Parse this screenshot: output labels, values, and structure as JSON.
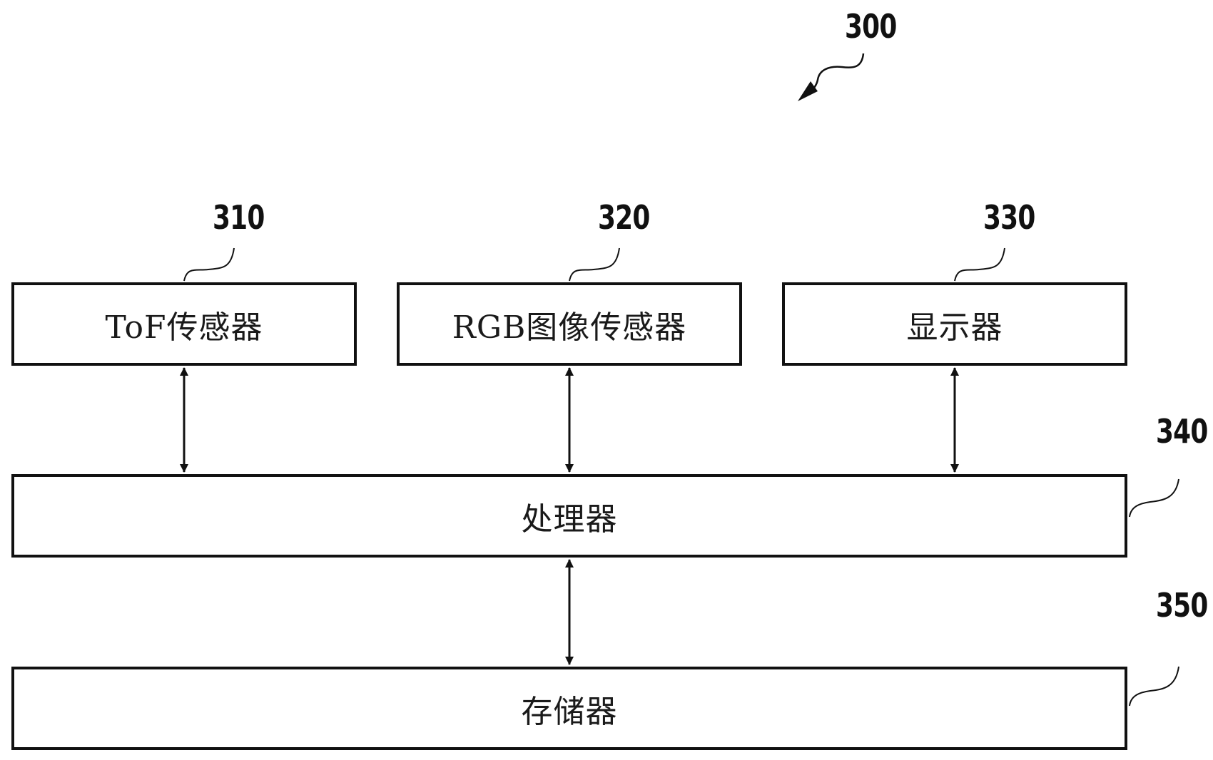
{
  "figure": {
    "ref": "300",
    "blocks": {
      "tof_sensor": {
        "ref": "310",
        "label": "ToF传感器"
      },
      "rgb_sensor": {
        "ref": "320",
        "label": "RGB图像传感器"
      },
      "display": {
        "ref": "330",
        "label": "显示器"
      },
      "processor": {
        "ref": "340",
        "label": "处理器"
      },
      "memory": {
        "ref": "350",
        "label": "存储器"
      }
    }
  }
}
